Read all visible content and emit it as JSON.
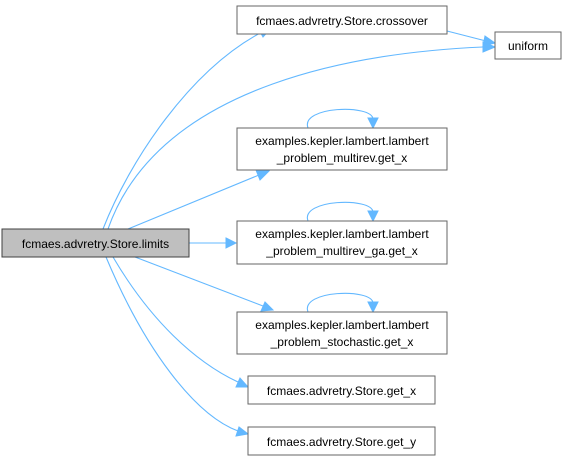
{
  "graph": {
    "root": "fcmaes.advretry.Store.limits",
    "nodes": {
      "root": "fcmaes.advretry.Store.limits",
      "crossover": "fcmaes.advretry.Store.crossover",
      "uniform": "uniform",
      "multirev_get_x": {
        "line1": "examples.kepler.lambert.lambert",
        "line2": "_problem_multirev.get_x"
      },
      "multirev_ga_get_x": {
        "line1": "examples.kepler.lambert.lambert",
        "line2": "_problem_multirev_ga.get_x"
      },
      "stochastic_get_x": {
        "line1": "examples.kepler.lambert.lambert",
        "line2": "_problem_stochastic.get_x"
      },
      "store_get_x": "fcmaes.advretry.Store.get_x",
      "store_get_y": "fcmaes.advretry.Store.get_y"
    },
    "edges": [
      [
        "root",
        "crossover"
      ],
      [
        "root",
        "uniform"
      ],
      [
        "crossover",
        "uniform"
      ],
      [
        "root",
        "multirev_get_x"
      ],
      [
        "multirev_get_x",
        "multirev_get_x"
      ],
      [
        "root",
        "multirev_ga_get_x"
      ],
      [
        "multirev_ga_get_x",
        "multirev_ga_get_x"
      ],
      [
        "root",
        "stochastic_get_x"
      ],
      [
        "stochastic_get_x",
        "stochastic_get_x"
      ],
      [
        "root",
        "store_get_x"
      ],
      [
        "root",
        "store_get_y"
      ]
    ],
    "colors": {
      "edge": "#63b8ff",
      "root_fill": "#bfbfbf",
      "node_fill": "#ffffff",
      "node_border": "#666666"
    }
  }
}
